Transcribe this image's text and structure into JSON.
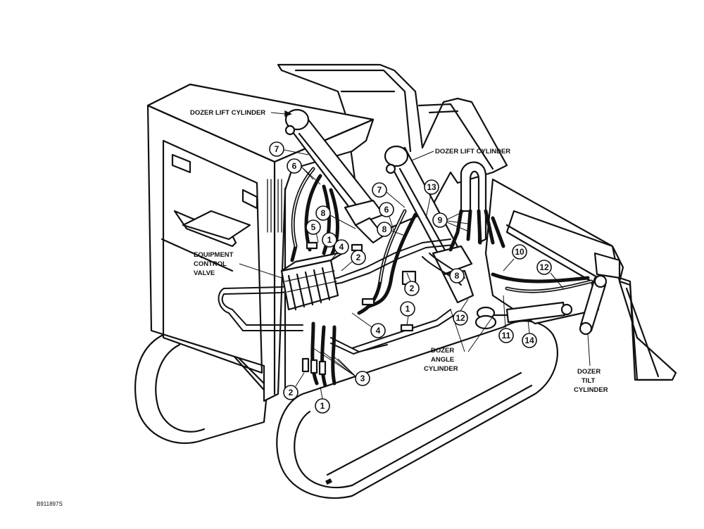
{
  "labels": {
    "dozer_lift_cylinder_left": "DOZER LIFT CYLINDER",
    "dozer_lift_cylinder_right": "DOZER LIFT CYLINDER",
    "equipment_control_valve": [
      "EQUIPMENT",
      "CONTROL",
      "VALVE"
    ],
    "dozer_angle_cylinder": [
      "DOZER",
      "ANGLE",
      "CYLINDER"
    ],
    "dozer_tilt_cylinder": [
      "DOZER",
      "TILT",
      "CYLINDER"
    ]
  },
  "callouts": [
    "7",
    "6",
    "5",
    "1",
    "4",
    "8",
    "2",
    "7",
    "6",
    "8",
    "13",
    "9",
    "10",
    "12",
    "2",
    "1",
    "4",
    "8",
    "12",
    "11",
    "14",
    "3",
    "2",
    "1"
  ],
  "figure_id": "B911897S"
}
